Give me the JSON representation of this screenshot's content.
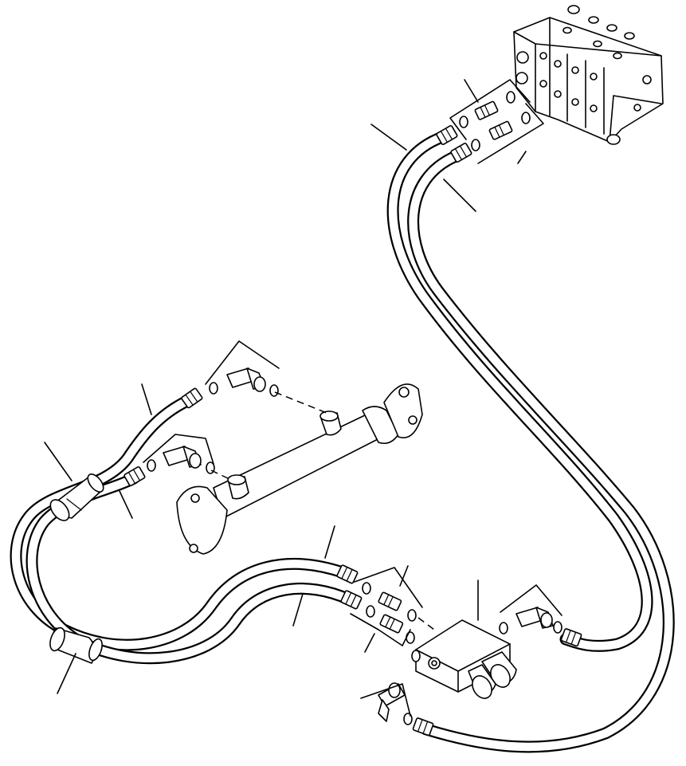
{
  "figure": {
    "kind": "hydraulic hose routing exploded parts drawing",
    "components": [
      "control-valve",
      "steering-cylinder",
      "divider-block",
      "hose-pair-upper",
      "hose-pair-lower",
      "hose-clamp-upper",
      "hose-clamp-lower",
      "elbow-fitting",
      "straight-adapter",
      "o-ring"
    ]
  }
}
